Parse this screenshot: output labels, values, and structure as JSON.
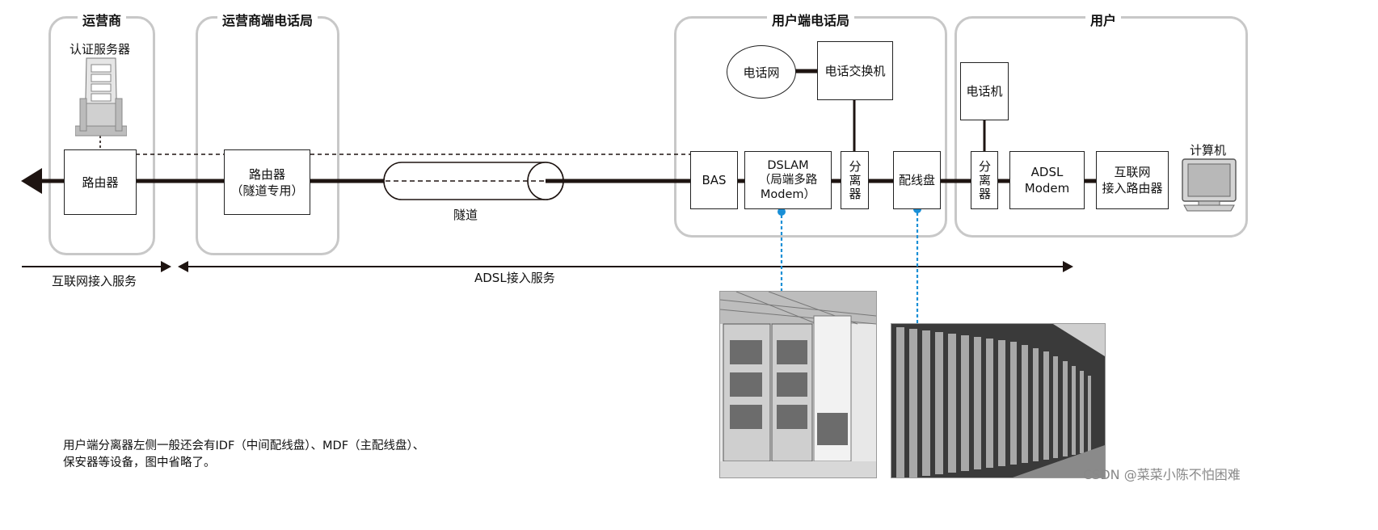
{
  "zones": {
    "carrier": "运营商",
    "carrier_office": "运营商端电话局",
    "user_office": "用户端电话局",
    "user": "用户"
  },
  "devices": {
    "auth_server": "认证服务器",
    "router": "路由器",
    "tunnel_router": "路由器\n（隧道专用）",
    "tunnel": "隧道",
    "phone_network": "电话网",
    "phone_switch": "电话交换机",
    "bas": "BAS",
    "dslam": "DSLAM\n（局端多路\nModem）",
    "splitter_office": "分离器",
    "mdf": "配线盘",
    "telephone": "电话机",
    "splitter_user": "分离器",
    "adsl_modem": "ADSL\nModem",
    "internet_router": "互联网\n接入路由器",
    "computer": "计算机"
  },
  "services": {
    "internet_access": "互联网接入服务",
    "adsl_access": "ADSL接入服务"
  },
  "note": {
    "line1": "用户端分离器左侧一般还会有IDF（中间配线盘）、MDF（主配线盘）、",
    "line2": "保安器等设备，图中省略了。"
  },
  "watermark": "CSDN @菜菜小陈不怕困难",
  "colors": {
    "line": "#1e1411",
    "accent_dotted": "#1a8fd6",
    "zone_border": "#c8c8c8"
  }
}
